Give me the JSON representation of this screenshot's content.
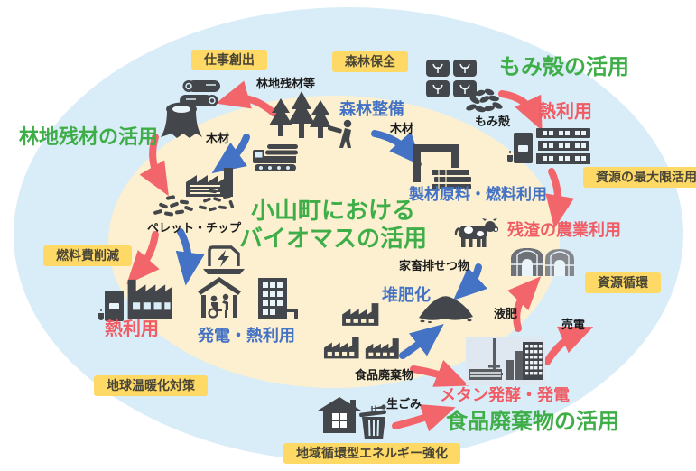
{
  "title": {
    "line1": "小山町における",
    "line2": "バイオマスの活用"
  },
  "titles": {
    "forest_residue": "林地残材の活用",
    "rice_husk": "もみ殻の活用",
    "food_waste": "食品廃棄物の活用"
  },
  "badges": {
    "jobs": "仕事創出",
    "forest_conservation": "森林保全",
    "max_resource": "資源の最大限活用",
    "resource_cycle": "資源循環",
    "fuel_cost": "燃料費削減",
    "global_warming": "地球温暖化対策",
    "regional_energy": "地域循環型エネルギー強化"
  },
  "process": {
    "forest_maintenance": "森林整備",
    "lumber_fuel": "製材原料・燃料利用",
    "heat_right": "熱利用",
    "residue_agri": "残渣の農業利用",
    "compost": "堆肥化",
    "heat_left": "熱利用",
    "power_heat": "発電・熱利用",
    "methane": "メタン発酵・発電"
  },
  "materials": {
    "forest_residue_etc": "林地残材等",
    "wood_left": "木材",
    "wood_right": "木材",
    "rice_husk": "もみ殻",
    "pellet_chip": "ペレット・チップ",
    "livestock_manure": "家畜排せつ物",
    "liquid_fertilizer": "液肥",
    "sell_power": "売電",
    "food_waste": "食品廃棄物",
    "raw_garbage": "生ごみ"
  },
  "colors": {
    "green_title": "#3fae49",
    "red_label": "#f15b63",
    "blue_label": "#4472c4",
    "red_arrow": "#f2666b",
    "blue_arrow": "#4472c4",
    "badge_bg": "#ffd965",
    "inner_ellipse": "#fcf0d0",
    "outer_ellipse": "#d9edf8",
    "icon_dark": "#43464a"
  },
  "icons": [
    "logs-icon",
    "stump-icon",
    "trees-icon",
    "lumberjack-icon",
    "forwarder-icon",
    "sawmill-icon",
    "rice-field-icon",
    "rice-husks-icon",
    "boiler-icon",
    "apartment-icon",
    "pellet-factory-icon",
    "wood-chips-icon",
    "pellets-icon",
    "cow-icon",
    "greenhouse-icon",
    "compost-pile-icon",
    "power-device-icon",
    "welfare-house-icon",
    "office-building-icon",
    "factory-icon",
    "methane-plant-icon",
    "house-icon",
    "trash-can-icon"
  ]
}
